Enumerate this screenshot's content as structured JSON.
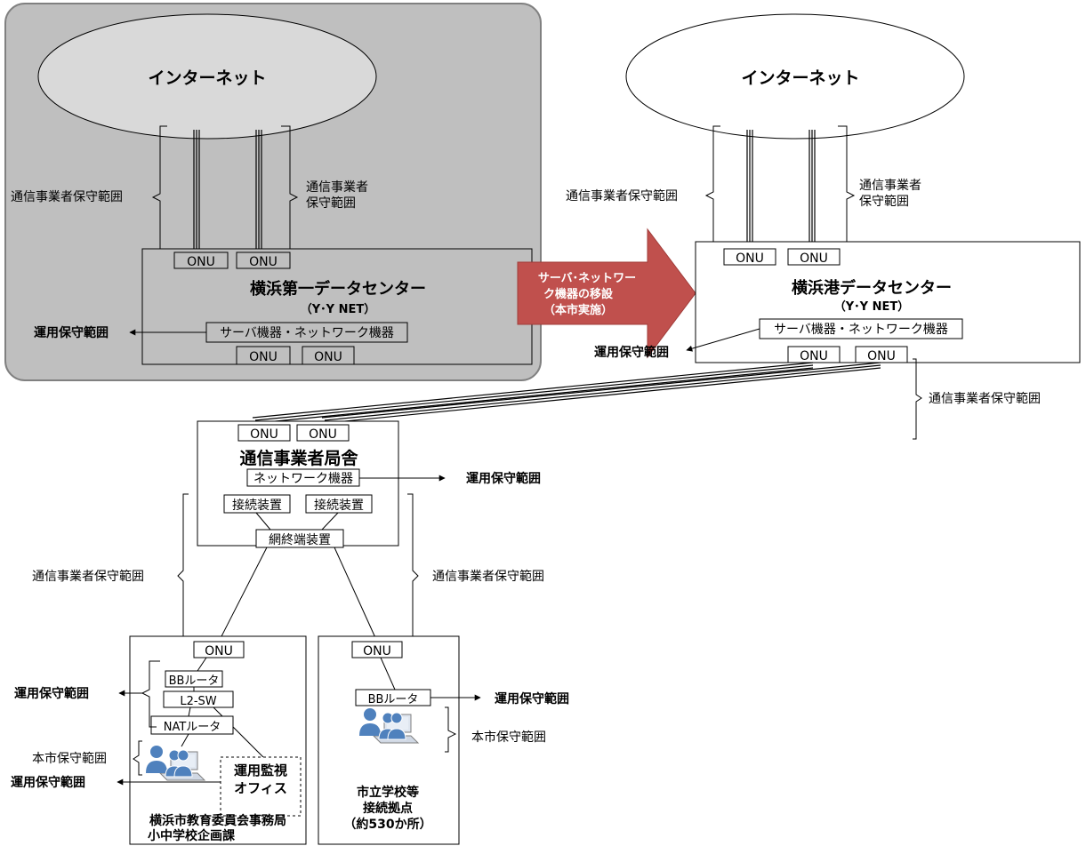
{
  "old_dc": {
    "internet": "インターネット",
    "carrier_left": "通信事業者保守範囲",
    "carrier_right_1": "通信事業者",
    "carrier_right_2": "保守範囲",
    "onu": "ONU",
    "title": "横浜第一データセンター",
    "subtitle": "（Y･Y NET）",
    "equipment": "サーバ機器・ネットワーク機器",
    "ops_scope": "運用保守範囲"
  },
  "migration_arrow": {
    "line1": "サーバ･ネットワー",
    "line2": "ク機器の移設",
    "line3": "（本市実施）",
    "color": "#c0504d"
  },
  "new_dc": {
    "internet": "インターネット",
    "carrier_left": "通信事業者保守範囲",
    "carrier_right_1": "通信事業者",
    "carrier_right_2": "保守範囲",
    "onu": "ONU",
    "title": "横浜港データセンター",
    "subtitle": "（Y･Y NET）",
    "equipment": "サーバ機器・ネットワーク機器",
    "ops_scope": "運用保守範囲",
    "carrier_scope": "通信事業者保守範囲"
  },
  "carrier_office": {
    "onu": "ONU",
    "title": "通信事業者局舎",
    "network_device": "ネットワーク機器",
    "ops_scope": "運用保守範囲",
    "connector_left": "接続装置",
    "connector_right": "接続装置",
    "terminal": "網終端装置",
    "carrier_left": "通信事業者保守範囲",
    "carrier_right": "通信事業者保守範囲"
  },
  "board_office": {
    "onu": "ONU",
    "bb_router": "BBルータ",
    "l2sw": "L2-SW",
    "nat_router": "NATルータ",
    "ops_scope_1": "運用保守範囲",
    "city_scope": "本市保守範囲",
    "ops_scope_2": "運用保守範囲",
    "monitor_1": "運用監視",
    "monitor_2": "オフィス",
    "name_1": "横浜市教育委員会事務局",
    "name_2": "小中学校企画課"
  },
  "schools": {
    "onu": "ONU",
    "bb_router": "BBルータ",
    "ops_scope": "運用保守範囲",
    "city_scope": "本市保守範囲",
    "name_1": "市立学校等",
    "name_2": "接続拠点",
    "name_3": "（約530か所）"
  },
  "colors": {
    "old_panel": "#bfbfbf",
    "old_panel_border": "#808080",
    "arrow": "#c0504d",
    "user_icon": "#4f81bd"
  }
}
